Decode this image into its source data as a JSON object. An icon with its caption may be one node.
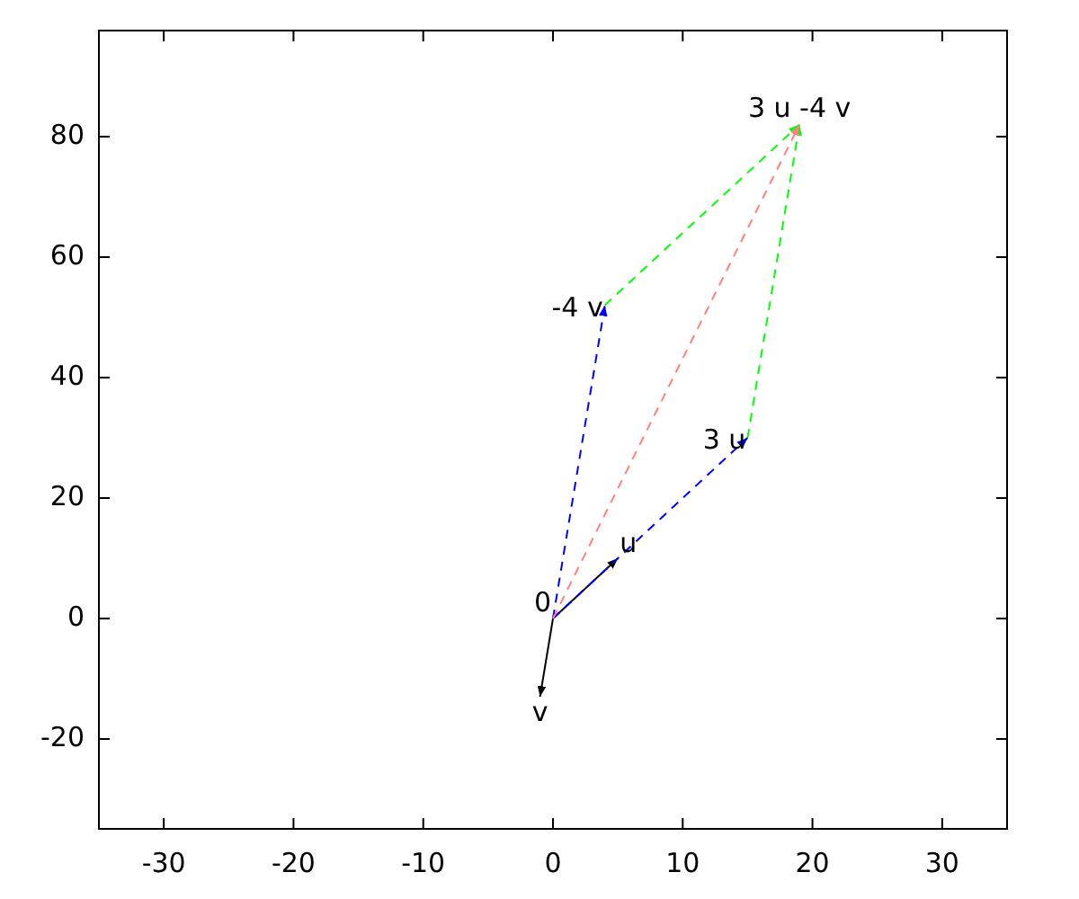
{
  "diagram": {
    "nodes": [
      {
        "text": [
          "0"
        ]
      },
      {
        "text": [
          "u"
        ]
      },
      {
        "text": [
          "v"
        ]
      },
      {
        "text": [
          "3 u"
        ]
      },
      {
        "text": [
          "-4 v"
        ]
      },
      {
        "text": [
          "3 u -4 v"
        ]
      }
    ],
    "edges": [
      {
        "from": 0,
        "to": 1,
        "arrow": "to"
      },
      {
        "from": 0,
        "to": 2,
        "arrow": "to"
      },
      {
        "from": 0,
        "to": 3,
        "arrow": "to",
        "style": "dashed",
        "color": "#0000ff"
      },
      {
        "from": 0,
        "to": 4,
        "arrow": "to",
        "style": "dashed",
        "color": "#0000ff"
      },
      {
        "from": 4,
        "to": 5,
        "arrow": "to",
        "style": "dashed",
        "color": "#00ff00"
      },
      {
        "from": 3,
        "to": 5,
        "arrow": "to",
        "style": "dashed",
        "color": "#00ff00"
      },
      {
        "from": 0,
        "to": 5,
        "arrow": "to",
        "style": "dashed",
        "color": "#ff8080"
      }
    ],
    "labels": [
      "80",
      "60",
      "40",
      "20",
      "0",
      "-20",
      "-30",
      "-20",
      "-10",
      "0",
      "10",
      "20",
      "30"
    ]
  }
}
